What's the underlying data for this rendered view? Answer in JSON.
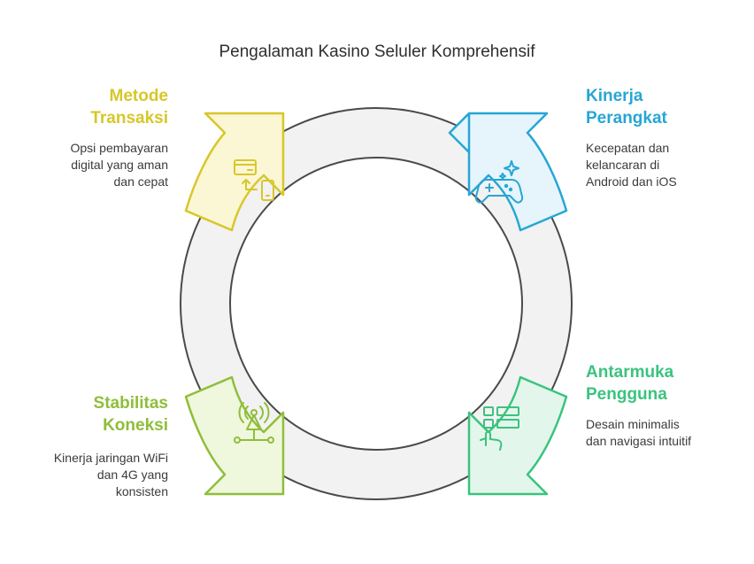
{
  "title": "Pengalaman Kasino Seluler Komprehensif",
  "sections": {
    "transaksi": {
      "heading_1": "Metode",
      "heading_2": "Transaksi",
      "desc_1": "Opsi pembayaran",
      "desc_2": "digital yang aman",
      "desc_3": "dan cepat",
      "color": "#d7c72a",
      "icon": "card-phone-transfer-icon"
    },
    "kinerja": {
      "heading_1": "Kinerja",
      "heading_2": "Perangkat",
      "desc_1": "Kecepatan dan",
      "desc_2": "kelancaran di",
      "desc_3": "Android dan iOS",
      "color": "#27a6d4",
      "icon": "gamepad-sparkle-icon"
    },
    "antarmuka": {
      "heading_1": "Antarmuka",
      "heading_2": "Pengguna",
      "desc_1": "Desain minimalis",
      "desc_2": "dan navigasi intuitif",
      "color": "#3ac37f",
      "icon": "touch-layout-icon"
    },
    "stabilitas": {
      "heading_1": "Stabilitas",
      "heading_2": "Koneksi",
      "desc_1": "Kinerja jaringan WiFi",
      "desc_2": "dan 4G yang",
      "desc_3": "konsisten",
      "color": "#8fbe3a",
      "icon": "signal-tower-icon"
    }
  }
}
